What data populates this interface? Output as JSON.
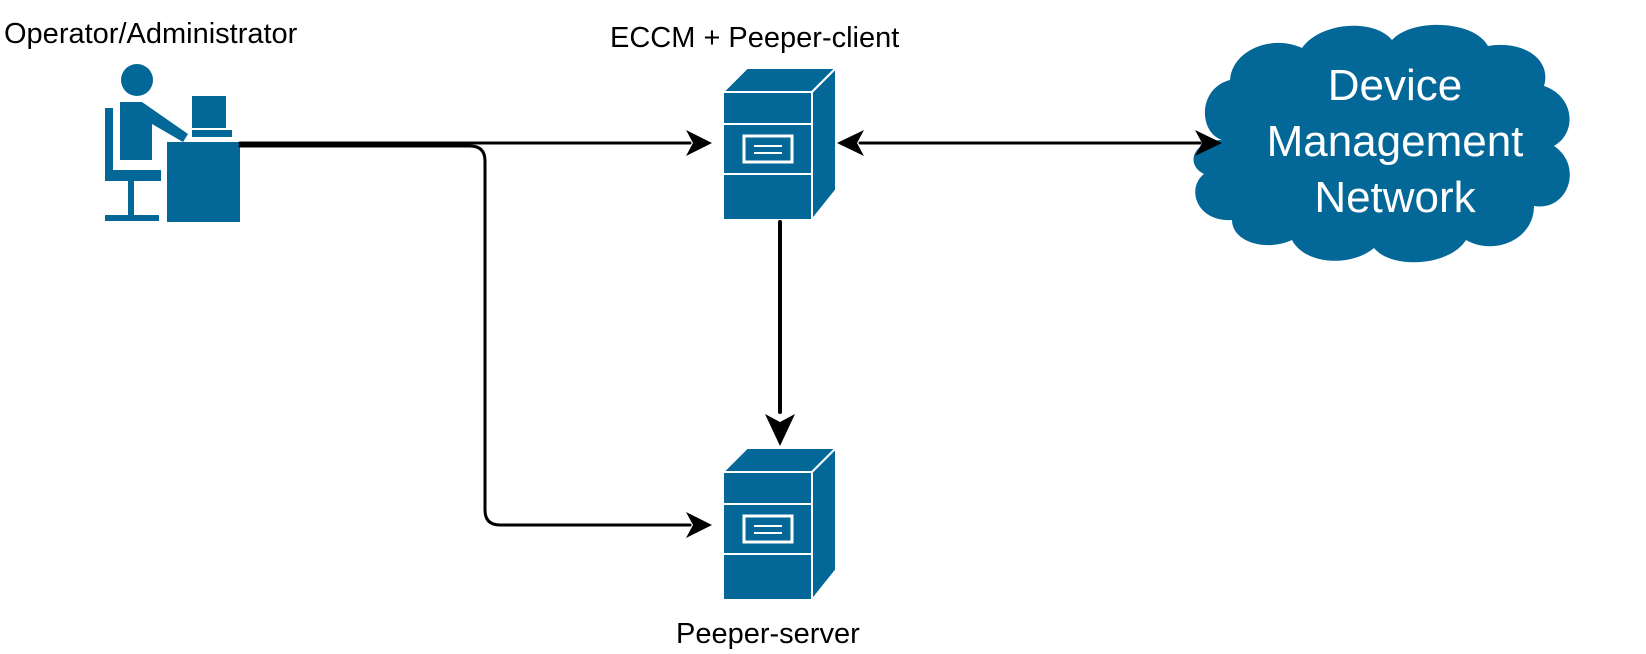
{
  "colors": {
    "node_fill": "#036897",
    "node_highlight": "#ffffff",
    "edge": "#000000",
    "background": "#ffffff"
  },
  "nodes": {
    "operator": {
      "label": "Operator/Administrator",
      "icon": "user-at-workstation-icon"
    },
    "eccm": {
      "label": "ECCM + Peeper-client",
      "icon": "server-icon"
    },
    "peeper_server": {
      "label": "Peeper-server",
      "icon": "server-icon"
    },
    "network": {
      "label_lines": [
        "Device",
        "Management",
        "Network"
      ],
      "icon": "cloud-icon"
    }
  },
  "edges": [
    {
      "from": "operator",
      "to": "eccm",
      "direction": "forward"
    },
    {
      "from": "operator",
      "to": "peeper_server",
      "direction": "forward"
    },
    {
      "from": "eccm",
      "to": "peeper_server",
      "direction": "forward"
    },
    {
      "from": "eccm",
      "to": "network",
      "direction": "both"
    }
  ]
}
